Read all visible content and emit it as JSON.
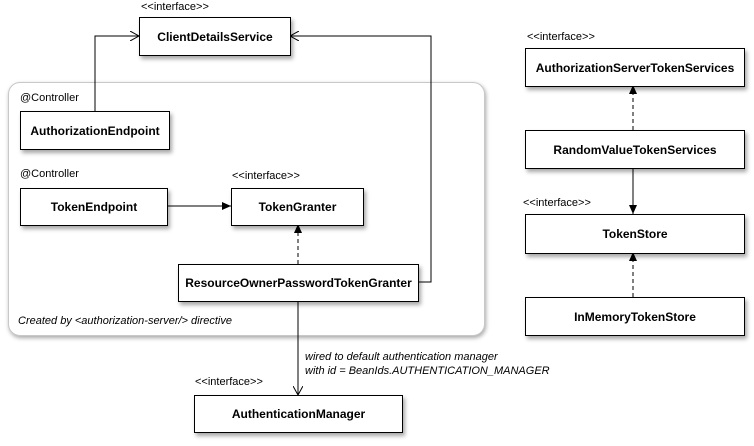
{
  "stereotypes": {
    "interface": "<<interface>>",
    "controller": "@Controller"
  },
  "nodes": {
    "client_details_service": "ClientDetailsService",
    "authorization_endpoint": "AuthorizationEndpoint",
    "token_endpoint": "TokenEndpoint",
    "token_granter": "TokenGranter",
    "resource_owner_password_token_granter": "ResourceOwnerPasswordTokenGranter",
    "authentication_manager": "AuthenticationManager",
    "authorization_server_token_services": "AuthorizationServerTokenServices",
    "random_value_token_services": "RandomValueTokenServices",
    "token_store": "TokenStore",
    "in_memory_token_store": "InMemoryTokenStore"
  },
  "group": {
    "caption": "Created by <authorization-server/> directive"
  },
  "edge_labels": {
    "wired_line1": "wired to default authentication manager",
    "wired_line2": "with id = BeanIds.AUTHENTICATION_MANAGER"
  }
}
